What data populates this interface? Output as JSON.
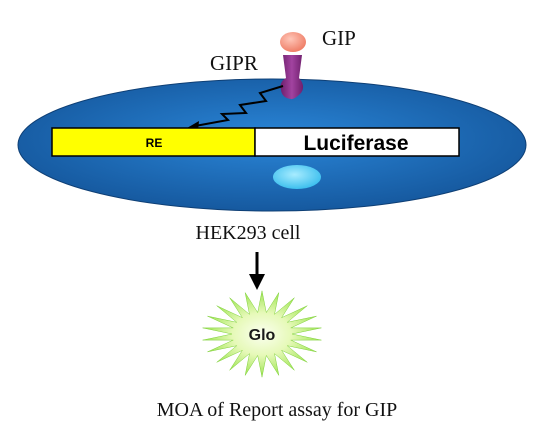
{
  "labels": {
    "ligand": "GIP",
    "receptor": "GIPR",
    "response_element": "RE",
    "reporter": "Luciferase",
    "cell_line": "HEK293 cell",
    "output": "Glo"
  },
  "caption": "MOA of Report assay for GIP",
  "colors": {
    "cell_body": "#1f6fc0",
    "nucleus": "#5ad0f5",
    "receptor": "#8b2d86",
    "ligand": "#f59a86",
    "response_element": "#ffff00",
    "reporter_box": "#ffffff",
    "glow_outer": "#9be84a",
    "glow_inner": "#f3ffd6"
  },
  "icons": {
    "signal": "zigzag-arrow-icon",
    "flow": "down-arrow-icon",
    "glow": "starburst-icon"
  }
}
